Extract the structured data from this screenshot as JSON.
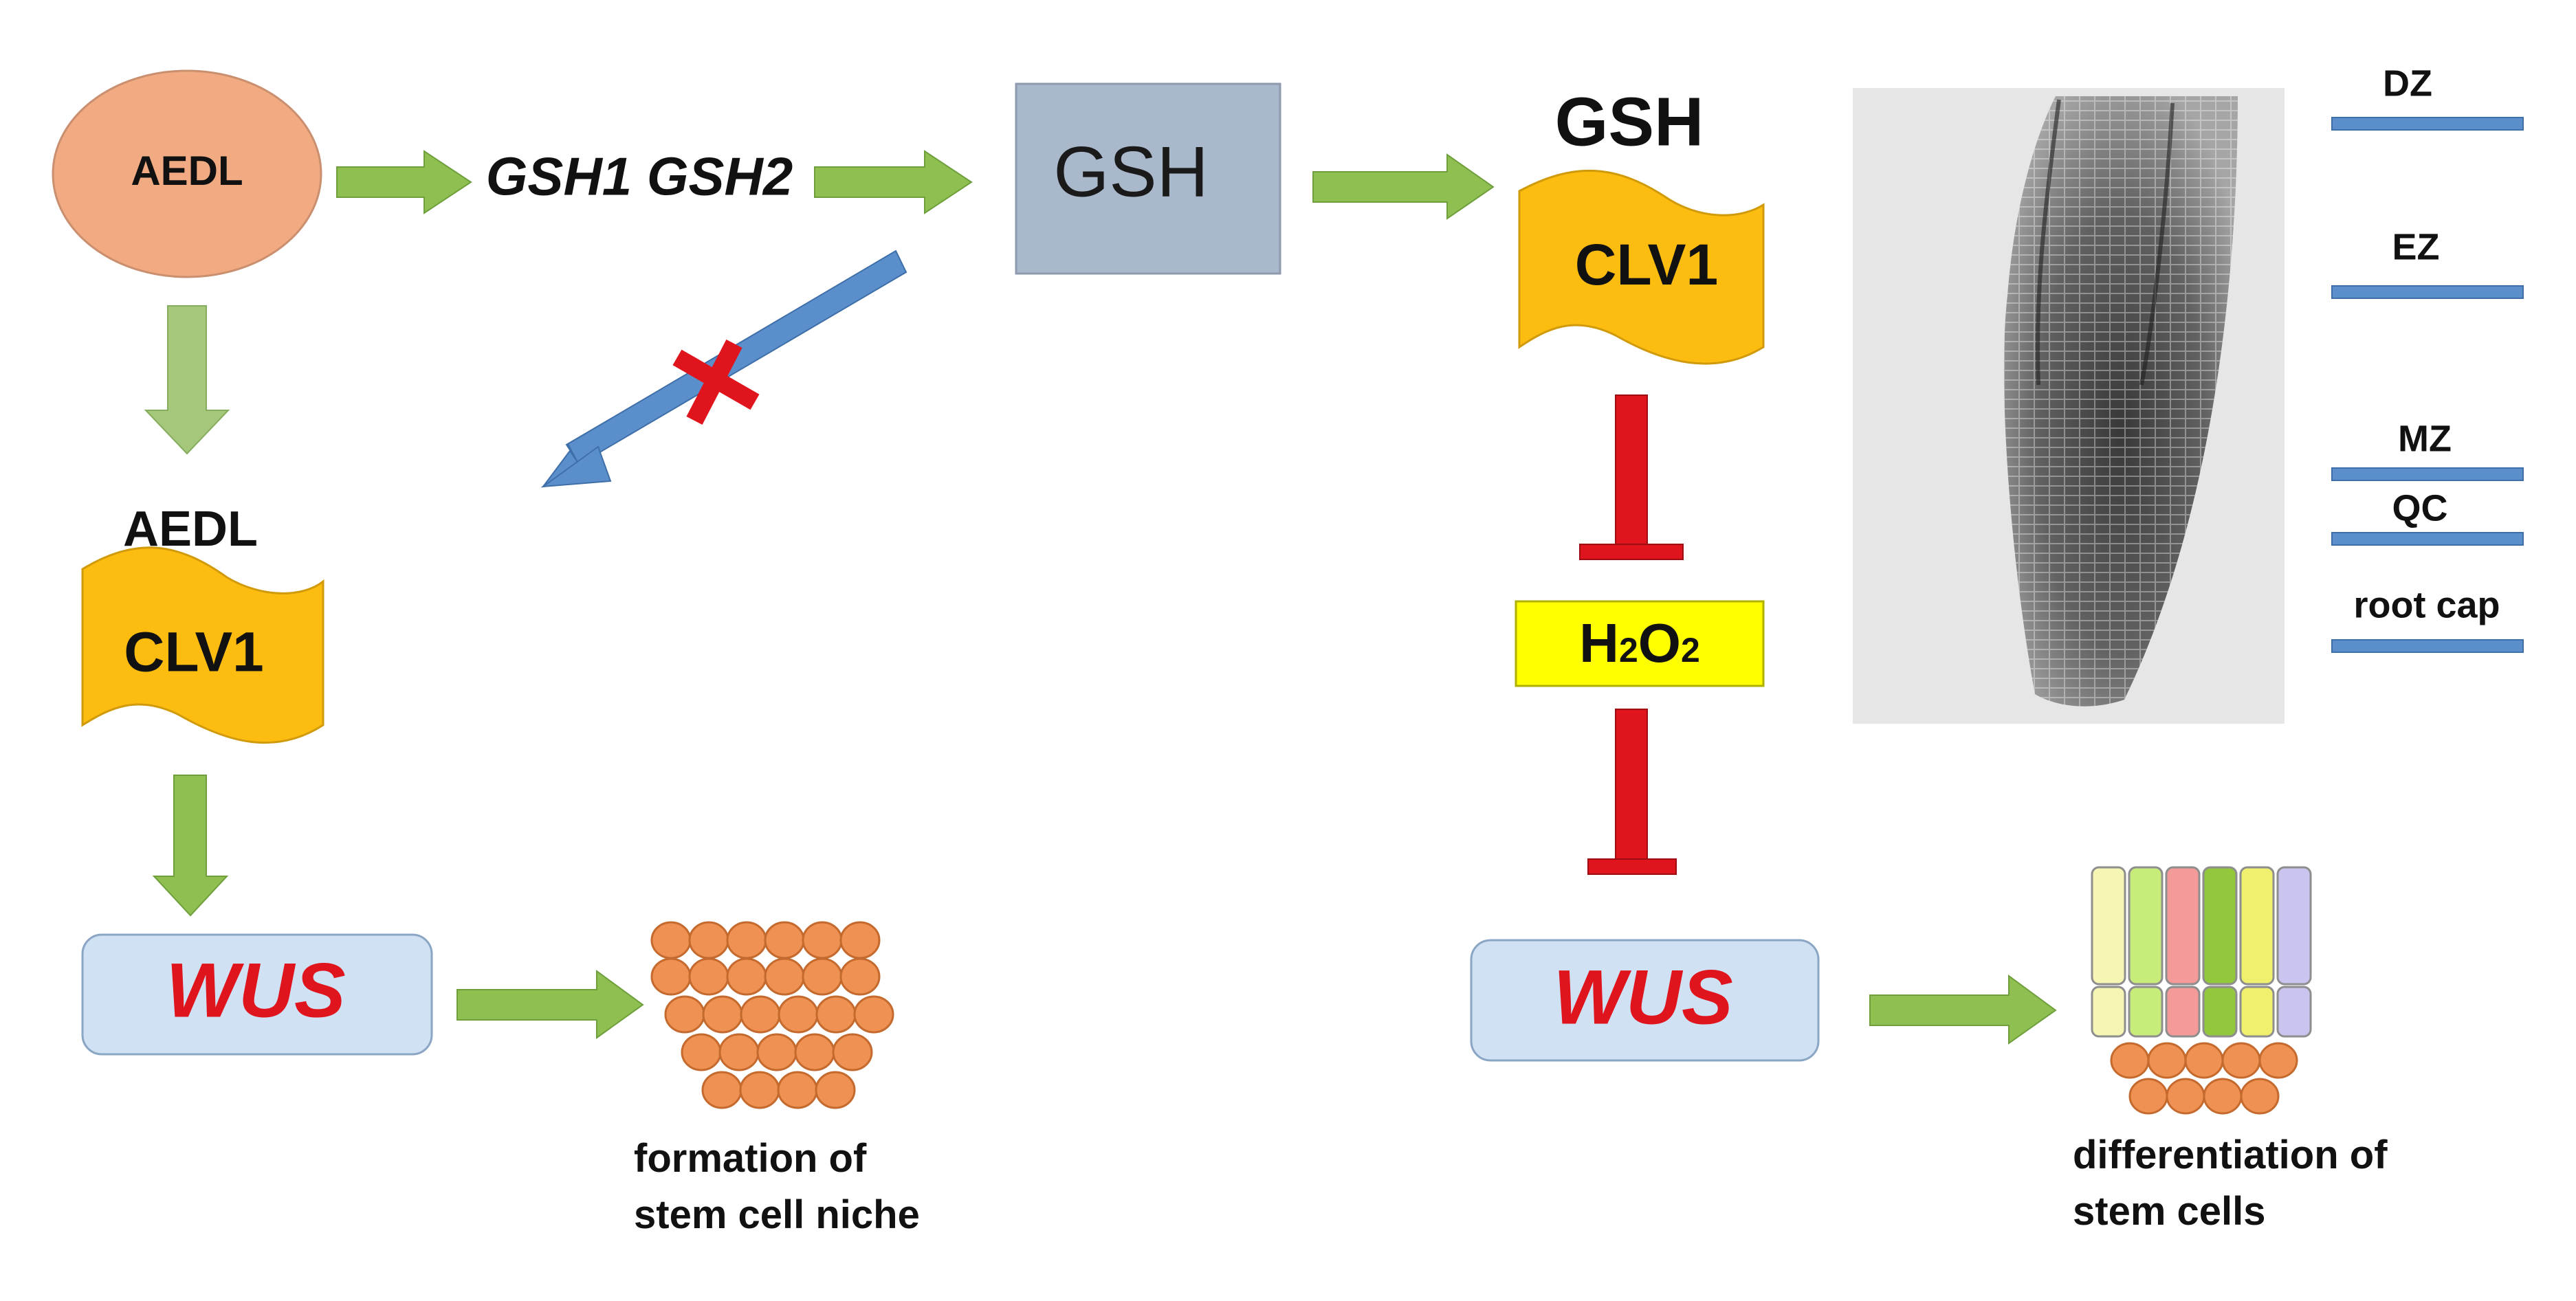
{
  "colors": {
    "green_arrow": "#8ebf50",
    "green_arrow_light": "#a4c77c",
    "blue_arrow": "#5b8fcb",
    "inhibit_red": "#e0141c",
    "cross_red": "#e0141c",
    "oval_fill": "#f1aa82",
    "gsh_box_fill": "#aab8cc",
    "wave_fill": "#fdbd10",
    "wus_box_fill": "#cfe1f2",
    "wus_text": "#e0141c",
    "h2o2_fill": "#ffff00",
    "cell_fill": "#ef9152",
    "zone_bar": "#5b8fcb"
  },
  "nodes": {
    "aedl_oval": "AEDL",
    "gsh_genes": "GSH1 GSH2",
    "gsh_box": "GSH",
    "gsh_title": "GSH",
    "clv1_right": "CLV1",
    "aedl_title": "AEDL",
    "clv1_left": "CLV1",
    "wus_left": "WUS",
    "wus_right": "WUS",
    "h2o2": {
      "h": "H",
      "sub1": "2",
      "o": "O",
      "sub2": "2"
    }
  },
  "captions": {
    "left_line1": "formation of",
    "left_line2": "stem cell niche",
    "right_line1": "differentiation of",
    "right_line2": "stem cells"
  },
  "zones": [
    "DZ",
    "EZ",
    "MZ",
    "QC",
    "root cap"
  ],
  "icons": {
    "root_image": "root-tip-micrograph",
    "niche_cells": "stem-cell-cluster-icon",
    "diff_cells": "differentiated-cells-icon"
  }
}
